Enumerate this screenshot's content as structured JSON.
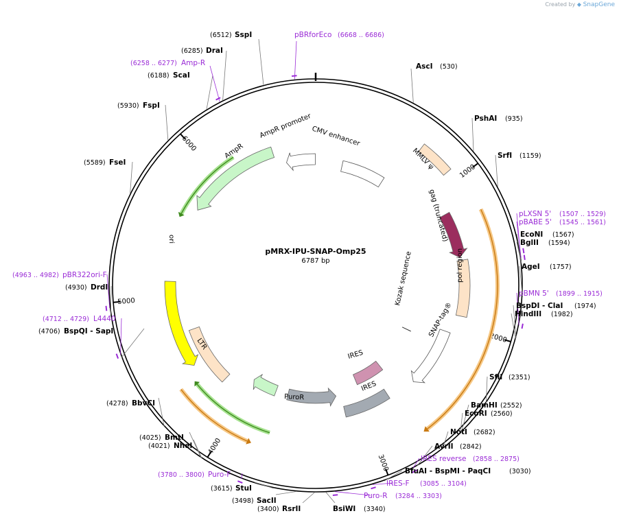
{
  "credit": {
    "prefix": "Created by",
    "brand": "SnapGene"
  },
  "plasmid": {
    "name": "pMRX-IPU-SNAP-Omp25",
    "size": "6787 bp",
    "length": 6787
  },
  "ticks": [
    1000,
    2000,
    3000,
    4000,
    5000,
    6000
  ],
  "sites": [
    {
      "name": "AscI",
      "pos": "(530)",
      "bp": 530
    },
    {
      "name": "PshAI",
      "pos": "(935)",
      "bp": 935
    },
    {
      "name": "SrfI",
      "pos": "(1159)",
      "bp": 1159
    },
    {
      "name": "EcoNI",
      "pos": "(1567)",
      "bp": 1567
    },
    {
      "name": "BglII",
      "pos": "(1594)",
      "bp": 1594
    },
    {
      "name": "AgeI",
      "pos": "(1757)",
      "bp": 1757
    },
    {
      "name": "BspDI - ClaI",
      "pos": "(1974)",
      "bp": 1974
    },
    {
      "name": "HindIII",
      "pos": "(1982)",
      "bp": 1982
    },
    {
      "name": "SfiI",
      "pos": "(2351)",
      "bp": 2351
    },
    {
      "name": "BamHI",
      "pos": "(2552)",
      "bp": 2552
    },
    {
      "name": "EcoRI",
      "pos": "(2560)",
      "bp": 2560
    },
    {
      "name": "NotI",
      "pos": "(2682)",
      "bp": 2682
    },
    {
      "name": "AvrII",
      "pos": "(2842)",
      "bp": 2842
    },
    {
      "name": "BfuAI - BspMI - PaqCI",
      "pos": "(3030)",
      "bp": 3030
    },
    {
      "name": "BsiWI",
      "pos": "(3340)",
      "bp": 3340
    },
    {
      "name": "RsrII",
      "pos": "(3400)",
      "bp": 3400
    },
    {
      "name": "SacII",
      "pos": "(3498)",
      "bp": 3498
    },
    {
      "name": "StuI",
      "pos": "(3615)",
      "bp": 3615
    },
    {
      "name": "NheI",
      "pos": "(4021)",
      "bp": 4021
    },
    {
      "name": "BmtI",
      "pos": "(4025)",
      "bp": 4025
    },
    {
      "name": "BbvCI",
      "pos": "(4278)",
      "bp": 4278
    },
    {
      "name": "BspQI - SapI",
      "pos": "(4706)",
      "bp": 4706
    },
    {
      "name": "DrdI",
      "pos": "(4930)",
      "bp": 4930
    },
    {
      "name": "FseI",
      "pos": "(5589)",
      "bp": 5589
    },
    {
      "name": "FspI",
      "pos": "(5930)",
      "bp": 5930
    },
    {
      "name": "ScaI",
      "pos": "(6188)",
      "bp": 6188
    },
    {
      "name": "DraI",
      "pos": "(6285)",
      "bp": 6285
    },
    {
      "name": "SspI",
      "pos": "(6512)",
      "bp": 6512
    }
  ],
  "primers": [
    {
      "name": "pBRforEco",
      "pos": "(6668 .. 6686)",
      "bp": 6677
    },
    {
      "name": "Amp-R",
      "pos": "(6258 .. 6277)",
      "bp": 6267
    },
    {
      "name": "pLXSN 5'",
      "pos": "(1507 .. 1529)",
      "bp": 1518
    },
    {
      "name": "pBABE 5'",
      "pos": "(1545 .. 1561)",
      "bp": 1553
    },
    {
      "name": "pBMN 5'",
      "pos": "(1899 .. 1915)",
      "bp": 1907
    },
    {
      "name": "IRES reverse",
      "pos": "(2858 .. 2875)",
      "bp": 2866
    },
    {
      "name": "IRES-F",
      "pos": "(3085 .. 3104)",
      "bp": 3094
    },
    {
      "name": "Puro-R",
      "pos": "(3284 .. 3303)",
      "bp": 3293
    },
    {
      "name": "Puro-F",
      "pos": "(3780 .. 3800)",
      "bp": 3790
    },
    {
      "name": "L4440",
      "pos": "(4712 .. 4729)",
      "bp": 4720
    },
    {
      "name": "pBR322ori-F",
      "pos": "(4963 .. 4982)",
      "bp": 4972
    }
  ],
  "features": [
    {
      "name": "CMV enhancer",
      "color": "#ffffff"
    },
    {
      "name": "MMLV ψ",
      "color": "#fde3c7"
    },
    {
      "name": "gag (truncated)",
      "color": "#9b2d5e"
    },
    {
      "name": "pol region",
      "color": "#fde3c7"
    },
    {
      "name": "Kozak sequence",
      "color": "#ffffff"
    },
    {
      "name": "SNAP-tag®",
      "color": "#cf92b0"
    },
    {
      "name": "IRES",
      "color": "#a3aab2"
    },
    {
      "name": "IRES",
      "color": "#a3aab2"
    },
    {
      "name": "PuroR",
      "color": "#c8f6c8"
    },
    {
      "name": "LTR",
      "color": "#fde3c7"
    },
    {
      "name": "ori",
      "color": "#ffff00"
    },
    {
      "name": "AmpR",
      "color": "#c8f6c8"
    },
    {
      "name": "AmpR promoter",
      "color": "#ffffff"
    }
  ]
}
